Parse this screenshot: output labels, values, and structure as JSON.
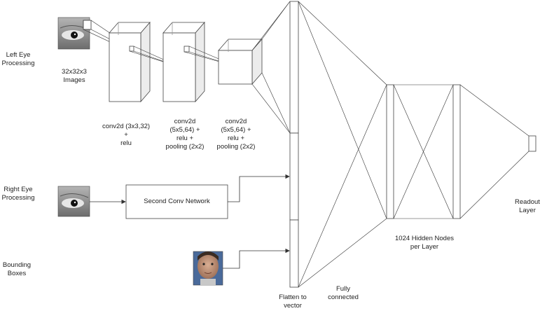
{
  "labels": {
    "left_eye": [
      "Left Eye",
      "Processing"
    ],
    "images": [
      "32x32x3",
      "Images"
    ],
    "conv1": [
      "conv2d (3x3,32)",
      "+",
      "relu"
    ],
    "conv2": [
      "conv2d",
      "(5x5,64) +",
      "relu +",
      "pooling (2x2)"
    ],
    "conv3": [
      "conv2d",
      "(5x5,64) +",
      "relu +",
      "pooling (2x2)"
    ],
    "right_eye": [
      "Right Eye",
      "Processing"
    ],
    "second_conv": "Second Conv Network",
    "bounding": [
      "Bounding",
      "Boxes"
    ],
    "flatten": [
      "Flatten to",
      "vector"
    ],
    "fully": [
      "Fully",
      "connected"
    ],
    "hidden": [
      "1024 Hidden Nodes",
      "per Layer"
    ],
    "readout": [
      "Readout",
      "Layer"
    ]
  },
  "colors": {
    "line": "#333333",
    "box_stroke": "#555555",
    "face_skin": "#c99a7e",
    "eye_bg": "#8a8a8a"
  }
}
